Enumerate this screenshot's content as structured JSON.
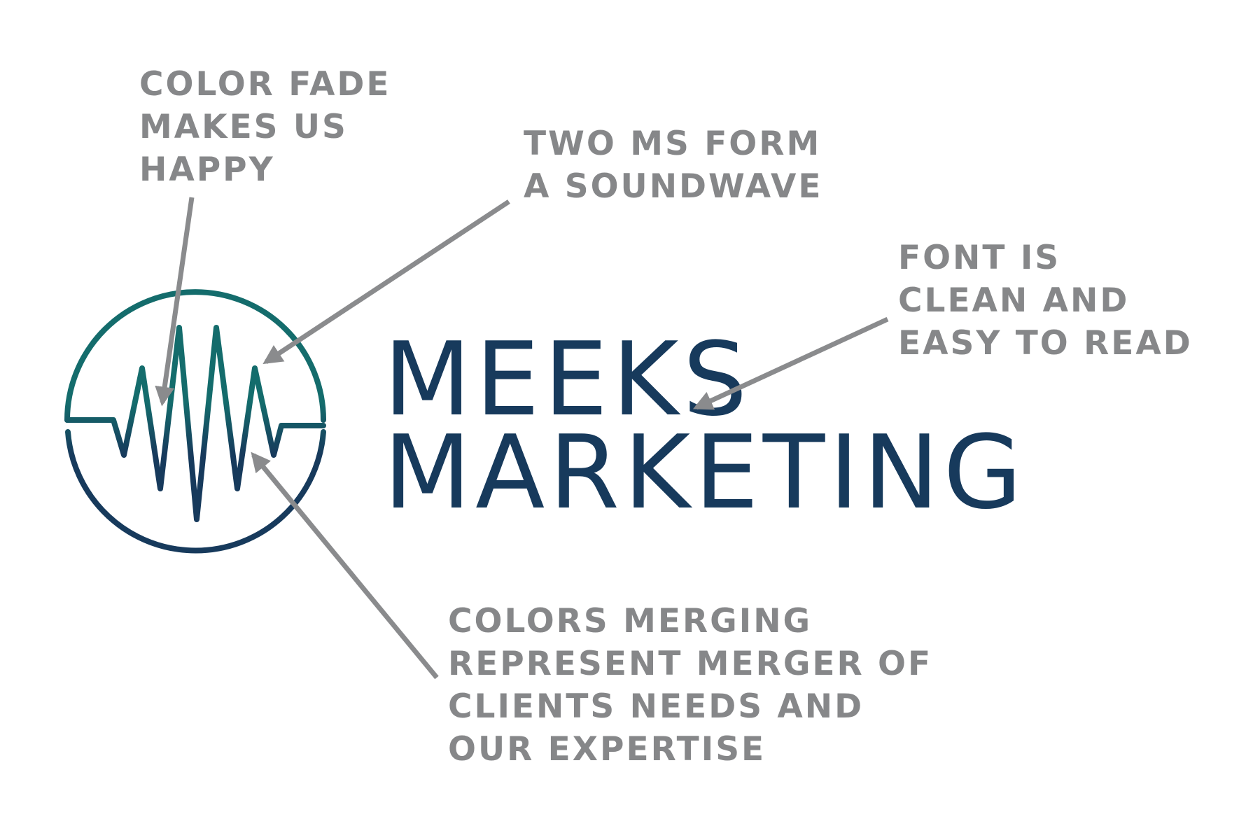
{
  "annotations": {
    "color_fade": [
      "COLOR FADE",
      "MAKES US",
      "HAPPY"
    ],
    "soundwave": [
      "TWO MS FORM",
      "A SOUNDWAVE"
    ],
    "font": [
      "FONT IS",
      "CLEAN AND",
      "EASY TO READ"
    ],
    "colors_merging": [
      "COLORS MERGING",
      "REPRESENT MERGER OF",
      "CLIENTS NEEDS AND",
      "OUR EXPERTISE"
    ]
  },
  "logo": {
    "line1": "MEEKS",
    "line2": "MARKETING"
  },
  "colors": {
    "annotation_text": "#868789",
    "arrow": "#8a8b8d",
    "teal": "#146c6c",
    "navy": "#173a5c"
  }
}
